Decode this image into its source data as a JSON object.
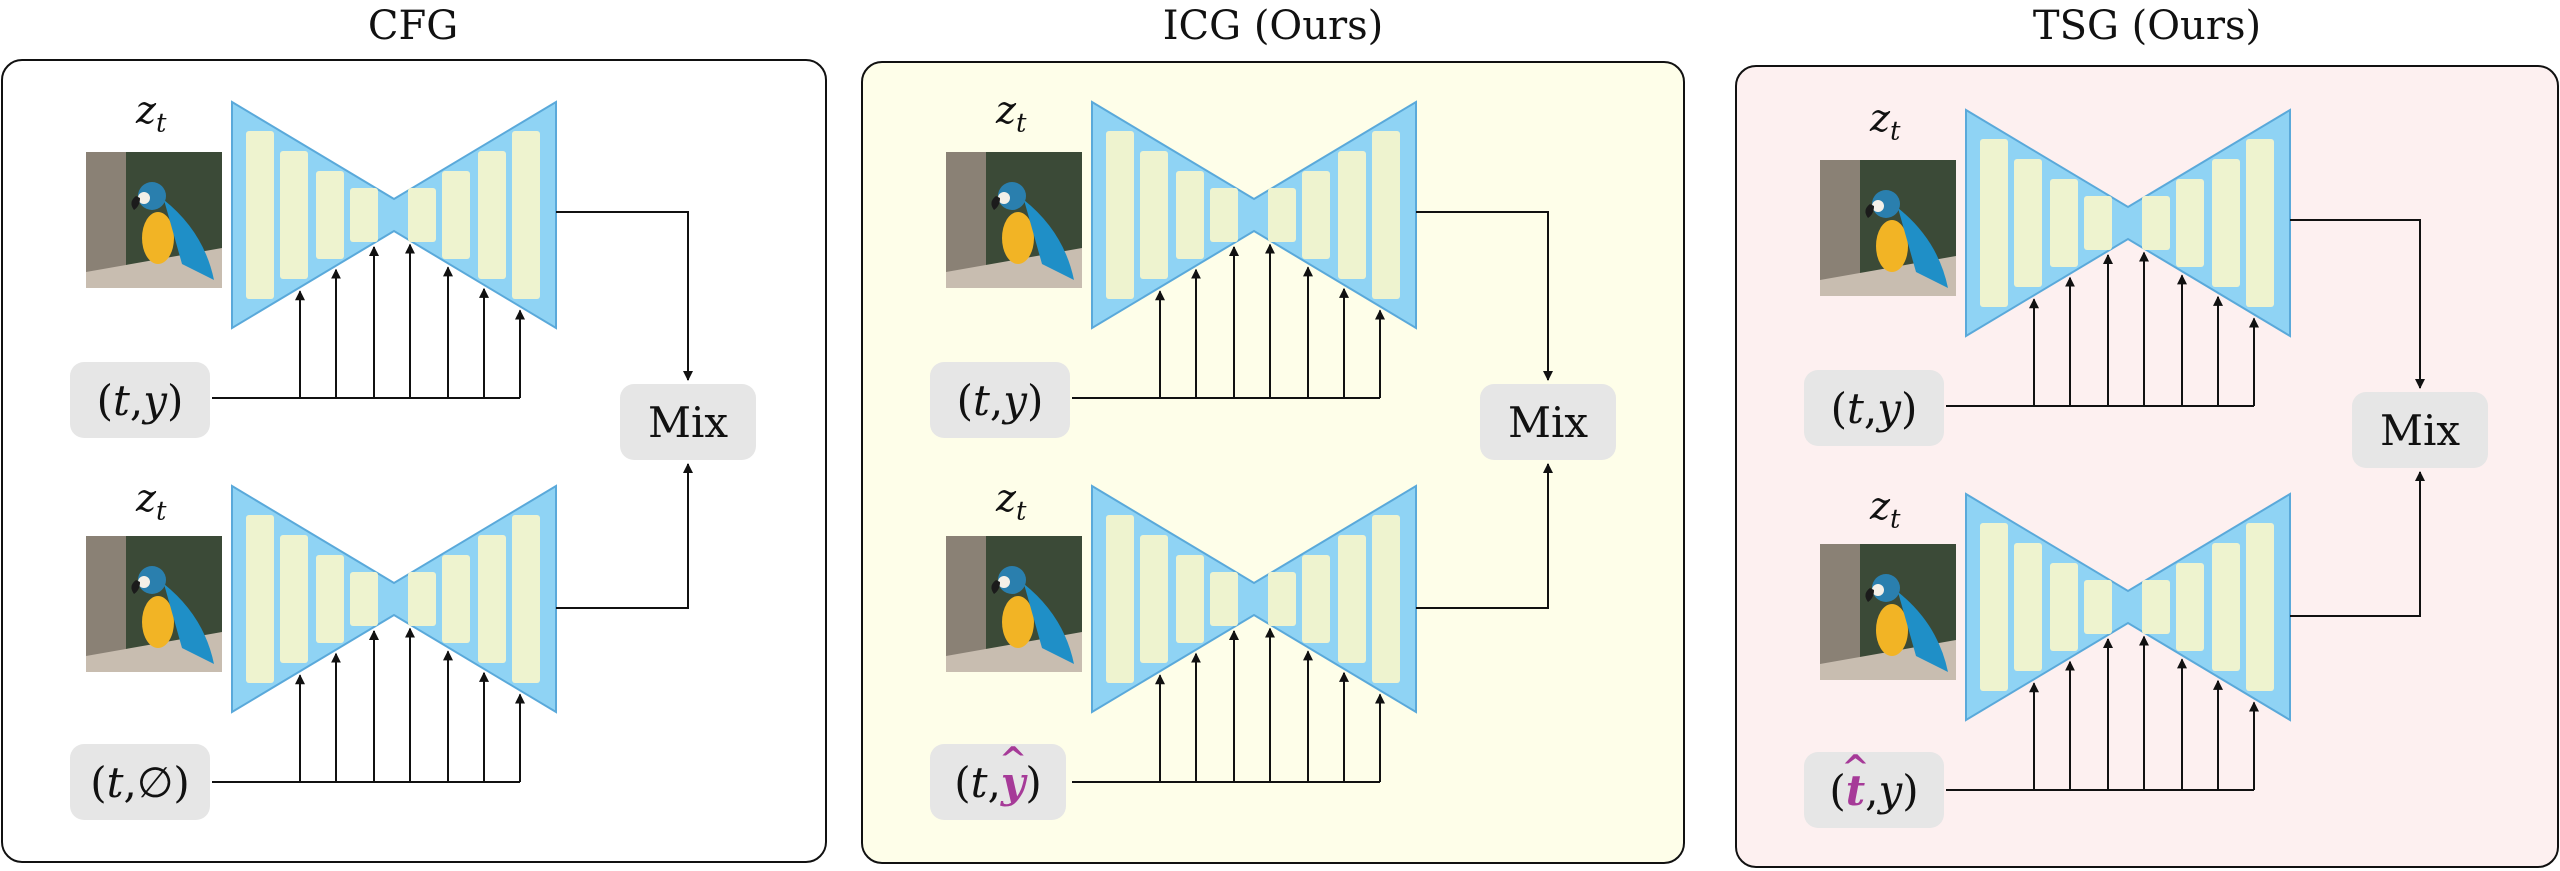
{
  "panels": [
    {
      "id": "cfg",
      "title": "CFG",
      "bg": "#ffffff",
      "z_label": "z",
      "z_sub": "t",
      "top_cond": {
        "open": "(",
        "a": "t",
        "sep": ", ",
        "b": "y",
        "close": ")"
      },
      "bottom_cond": {
        "open": "(",
        "a": "t",
        "sep": ", ",
        "b": "∅",
        "close": ")"
      },
      "mix_label": "Mix"
    },
    {
      "id": "icg",
      "title": "ICG (Ours)",
      "bg": "#fefee9",
      "z_label": "z",
      "z_sub": "t",
      "top_cond": {
        "open": "(",
        "a": "t",
        "sep": ", ",
        "b": "y",
        "close": ")"
      },
      "bottom_cond": {
        "open": "(",
        "a": "t",
        "sep": ", ",
        "b": "y",
        "close": ")"
      },
      "mix_label": "Mix"
    },
    {
      "id": "tsg",
      "title": "TSG (Ours)",
      "bg": "#fdf0f0",
      "z_label": "z",
      "z_sub": "t",
      "top_cond": {
        "open": "(",
        "a": "t",
        "sep": ", ",
        "b": "y",
        "close": ")"
      },
      "bottom_cond": {
        "open": "(",
        "a": "t",
        "sep": ", ",
        "b": "y",
        "close": ")"
      },
      "mix_label": "Mix"
    }
  ],
  "colors": {
    "unet_fill": "#8fd3f4",
    "unet_stroke": "#5aa9da",
    "block_fill": "#eef3cf",
    "highlight": "#a63a98",
    "pill": "#e6e6e6"
  }
}
